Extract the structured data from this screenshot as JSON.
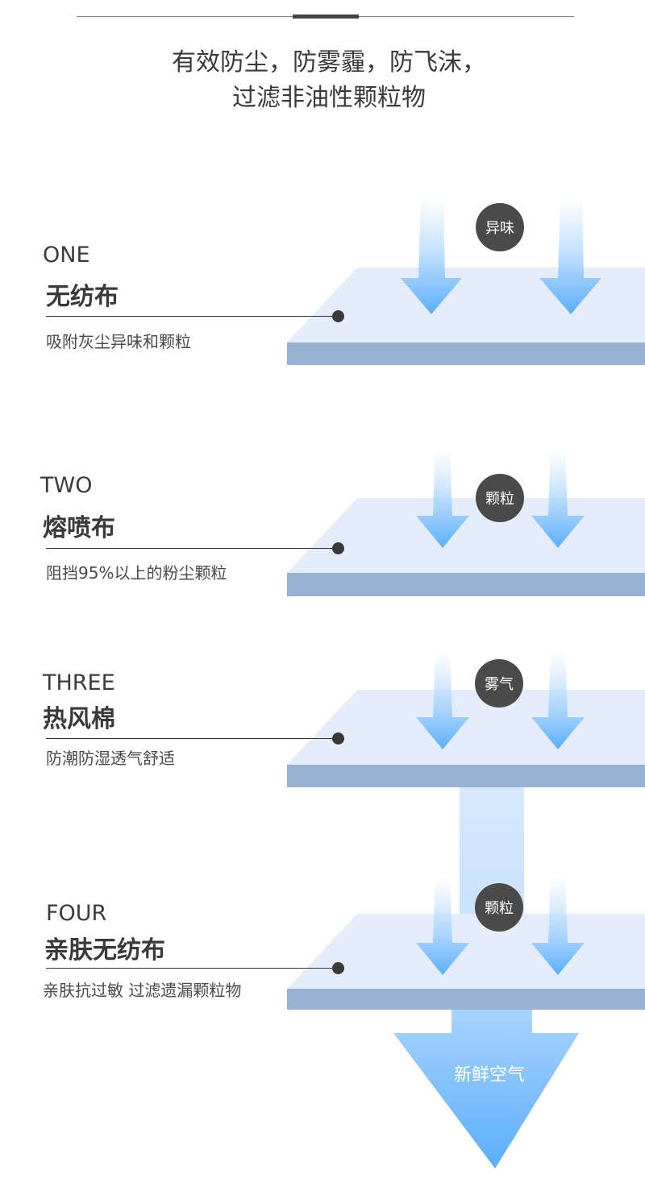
{
  "header": {
    "line1": "有效防尘，防雾霾，防飞沫，",
    "line2": "过滤非油性颗粒物"
  },
  "layers": [
    {
      "number": "ONE",
      "title": "无纺布",
      "description": "吸附灰尘异味和颗粒",
      "badge": "异味"
    },
    {
      "number": "TWO",
      "title": "熔喷布",
      "description": "阻挡95%以上的粉尘颗粒",
      "badge": "颗粒"
    },
    {
      "number": "THREE",
      "title": "热风棉",
      "description": "防潮防湿透气舒适",
      "badge": "雾气"
    },
    {
      "number": "FOUR",
      "title": "亲肤无纺布",
      "description": "亲肤抗过敏 过滤遗漏颗粒物",
      "badge": "颗粒"
    }
  ],
  "output": {
    "label": "新鲜空气"
  },
  "colors": {
    "slab_top": "#e4edf9",
    "slab_side": "#98b0d1",
    "arrow": "#5aaefc",
    "badge": "#4a4a4a"
  }
}
